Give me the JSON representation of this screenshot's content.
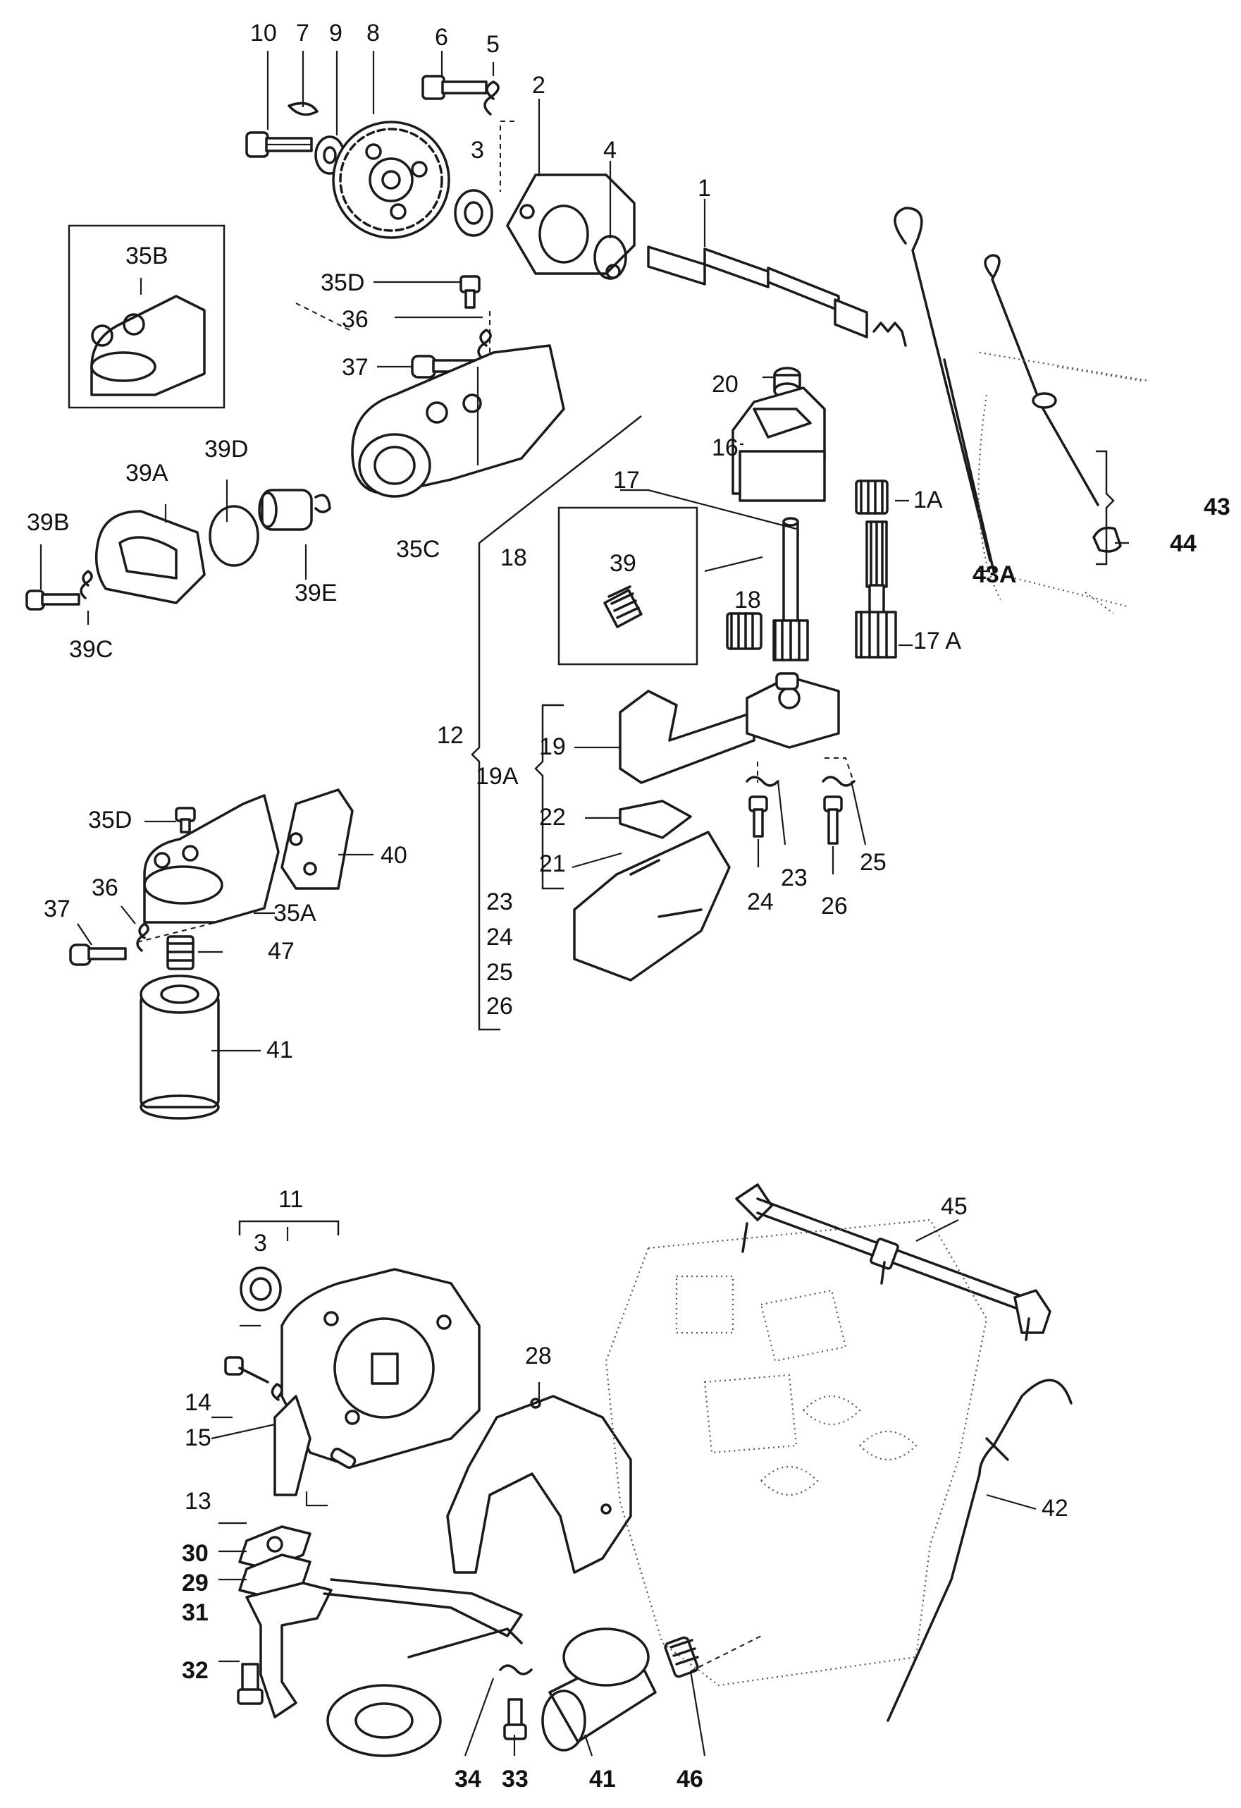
{
  "diagram": {
    "labels": {
      "l1": "1",
      "l1A": "1A",
      "l2": "2",
      "l3": "3",
      "l4": "4",
      "l5": "5",
      "l6": "6",
      "l7": "7",
      "l8": "8",
      "l9": "9",
      "l10": "10",
      "l11": "11",
      "l12": "12",
      "l13": "13",
      "l14": "14",
      "l15": "15",
      "l16": "16",
      "l17": "17",
      "l17A": "17 A",
      "l18a": "18",
      "l18b": "18",
      "l19": "19",
      "l19A": "19A",
      "l20": "20",
      "l21": "21",
      "l22": "22",
      "l23a": "23",
      "l23b": "23",
      "l24a": "24",
      "l24b": "24",
      "l25a": "25",
      "l25b": "25",
      "l26a": "26",
      "l26b": "26",
      "l28": "28",
      "l29": "29",
      "l30": "30",
      "l31": "31",
      "l32": "32",
      "l33": "33",
      "l34": "34",
      "l35A": "35A",
      "l35B": "35B",
      "l35C": "35C",
      "l35Da": "35D",
      "l35Db": "35D",
      "l36a": "36",
      "l36b": "36",
      "l37a": "37",
      "l37b": "37",
      "l39": "39",
      "l39A": "39A",
      "l39B": "39B",
      "l39C": "39C",
      "l39D": "39D",
      "l39E": "39E",
      "l3b": "3",
      "l40": "40",
      "l41a": "41",
      "l41b": "41",
      "l42": "42",
      "l43": "43",
      "l43A": "43A",
      "l44": "44",
      "l45": "45",
      "l46": "46",
      "l47": "47"
    }
  }
}
